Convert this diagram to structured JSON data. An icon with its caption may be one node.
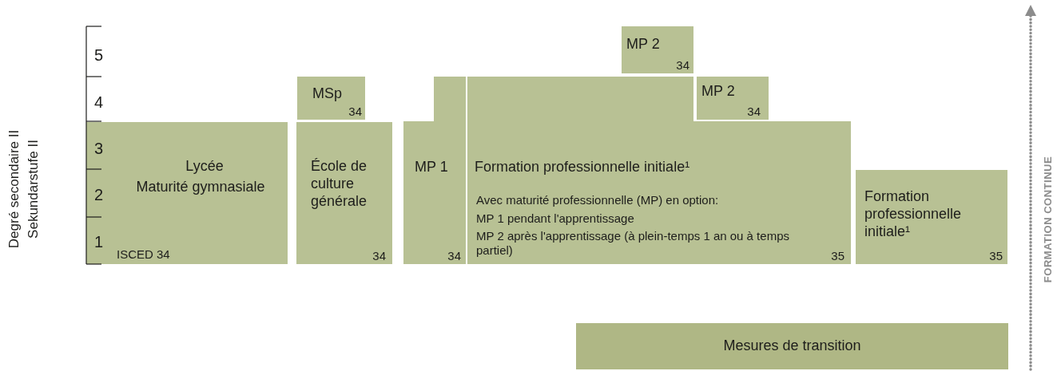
{
  "diagram": {
    "nodes": [
      {
        "text": [
          "Lycée",
          "Maturité gymnasiale",
          "ISCED 34"
        ]
      },
      {
        "text": [
          "MSp",
          "34"
        ]
      },
      {
        "text": [
          "École de culture générale",
          "34"
        ]
      },
      {
        "text": [
          "MP 1",
          "34"
        ]
      },
      {
        "text": [
          "Formation professionnelle initiale¹",
          "Avec maturité professionnelle (MP) en option:",
          "MP 1 pendant l'apprentissage",
          "MP 2 après l'apprentissage (à plein-temps 1 an ou à temps partiel)",
          "35"
        ]
      },
      {
        "text": [
          "MP 2",
          "34"
        ]
      },
      {
        "text": [
          "MP 2",
          "34"
        ]
      },
      {
        "text": [
          "Formation professionnelle initiale¹",
          "35"
        ]
      },
      {
        "text": [
          "Mesures de transition"
        ]
      }
    ],
    "labels": [
      "5",
      "4",
      "3",
      "2",
      "1",
      "Degré secondaire II",
      "Sekundarstufe II",
      "FORMATION CONTINUE"
    ]
  }
}
